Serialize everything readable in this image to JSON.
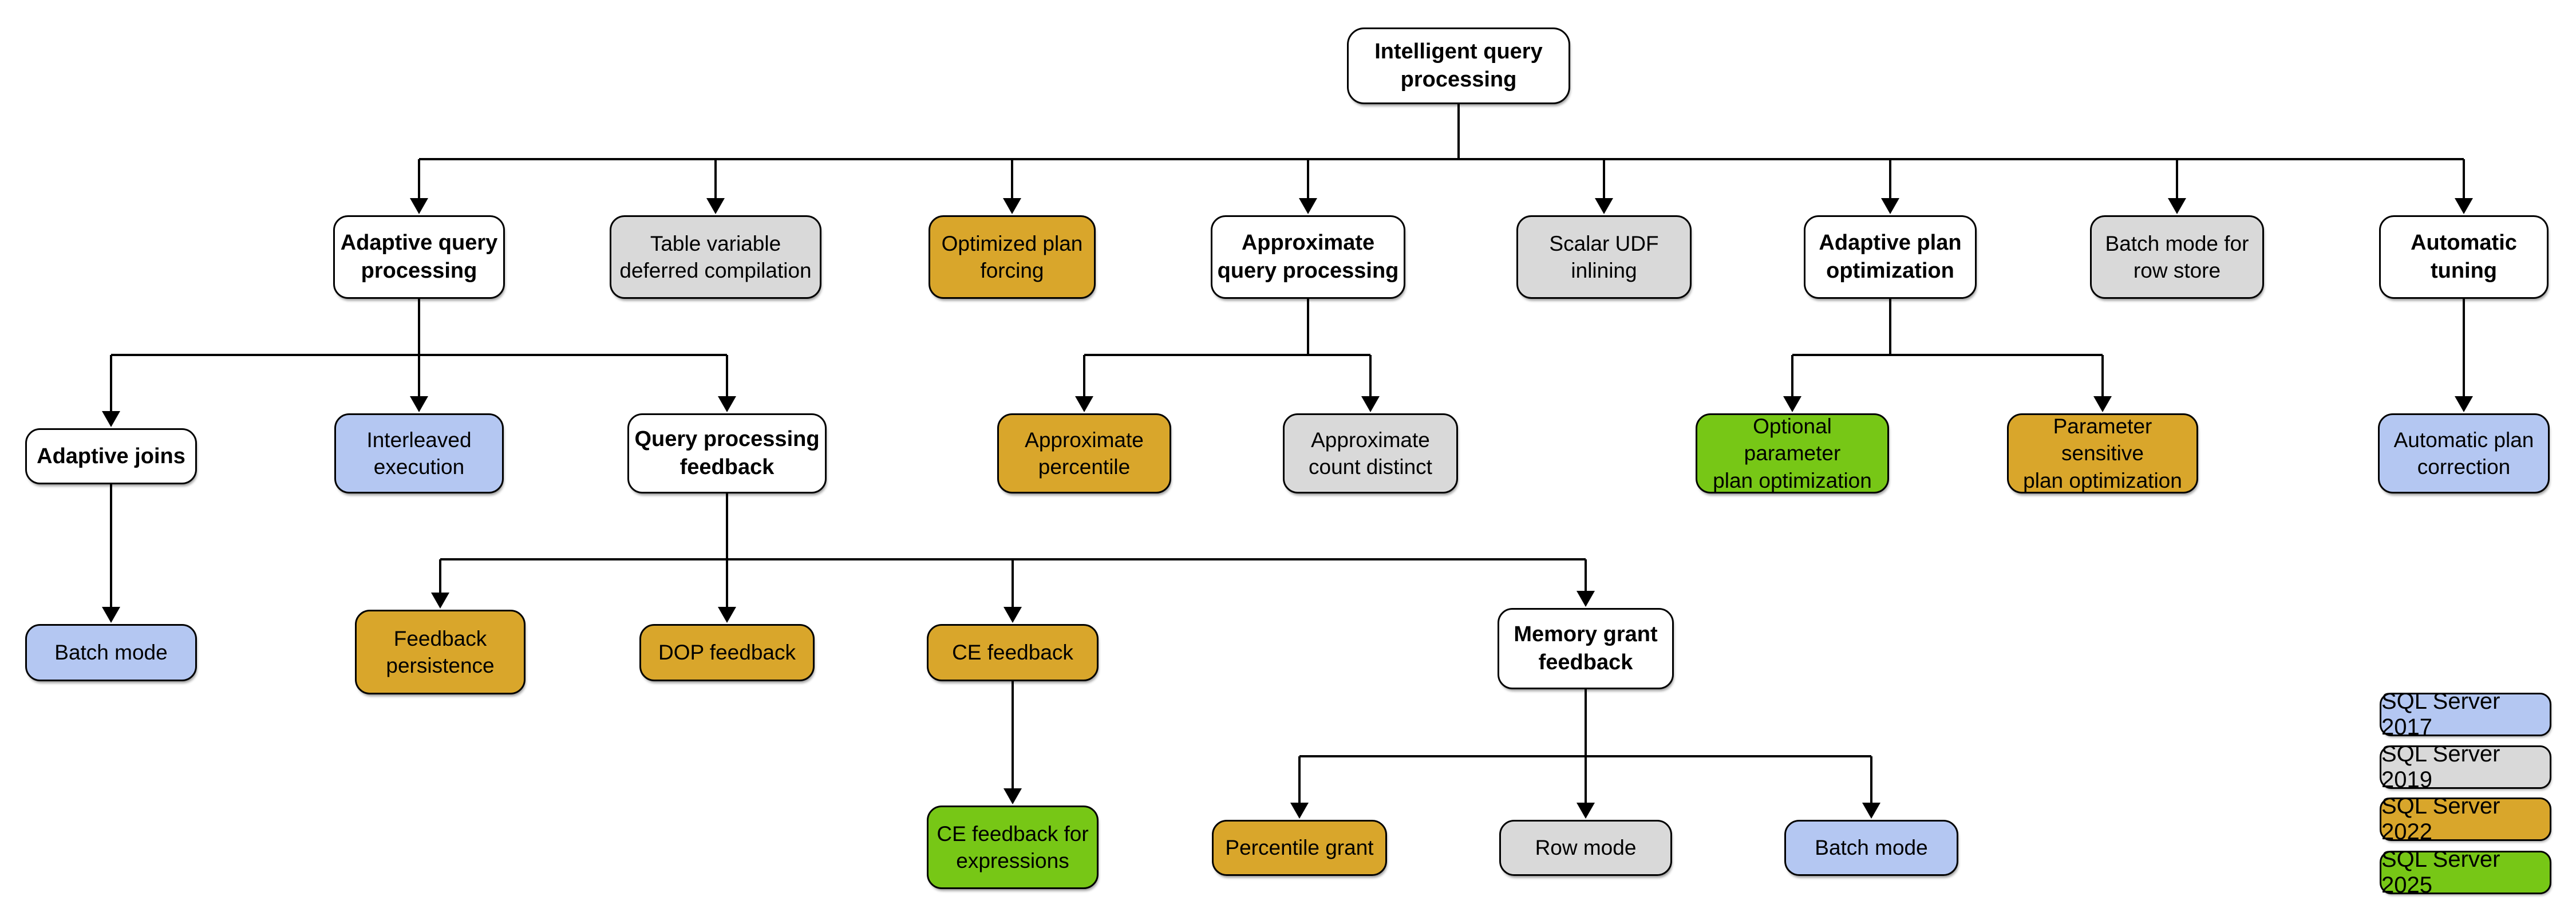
{
  "diagram_title": "Intelligent query processing",
  "colors": {
    "category_fill": "#FFFFFF",
    "sql2017": "#B4C7F2",
    "sql2019": "#D9D9D9",
    "sql2022": "#D9A62B",
    "sql2025": "#77C716",
    "line": "#000000"
  },
  "nodes": {
    "iqp": {
      "label": "Intelligent query\nprocessing",
      "version": "category"
    },
    "adaptive_query_processing": {
      "label": "Adaptive query\nprocessing",
      "version": "category"
    },
    "table_variable_deferred_compilation": {
      "label": "Table variable\ndeferred compilation",
      "version": "2019"
    },
    "optimized_plan_forcing": {
      "label": "Optimized plan\nforcing",
      "version": "2022"
    },
    "approximate_query_processing": {
      "label": "Approximate\nquery processing",
      "version": "category"
    },
    "scalar_udf_inlining": {
      "label": "Scalar UDF\ninlining",
      "version": "2019"
    },
    "adaptive_plan_optimization": {
      "label": "Adaptive plan\noptimization",
      "version": "category"
    },
    "batch_mode_for_row_store": {
      "label": "Batch mode for\nrow store",
      "version": "2019"
    },
    "automatic_tuning": {
      "label": "Automatic\ntuning",
      "version": "category"
    },
    "adaptive_joins": {
      "label": "Adaptive joins",
      "version": "category"
    },
    "interleaved_execution": {
      "label": "Interleaved\nexecution",
      "version": "2017"
    },
    "query_processing_feedback": {
      "label": "Query processing\nfeedback",
      "version": "category"
    },
    "approximate_percentile": {
      "label": "Approximate\npercentile",
      "version": "2022"
    },
    "approximate_count_distinct": {
      "label": "Approximate\ncount distinct",
      "version": "2019"
    },
    "optional_parameter_plan_optimization": {
      "label": "Optional parameter\nplan optimization",
      "version": "2025"
    },
    "parameter_sensitive_plan_optimization": {
      "label": "Parameter sensitive\nplan optimization",
      "version": "2022"
    },
    "automatic_plan_correction": {
      "label": "Automatic plan\ncorrection",
      "version": "2017"
    },
    "batch_mode_adaptive_joins": {
      "label": "Batch mode",
      "version": "2017"
    },
    "feedback_persistence": {
      "label": "Feedback\npersistence",
      "version": "2022"
    },
    "dop_feedback": {
      "label": "DOP feedback",
      "version": "2022"
    },
    "ce_feedback": {
      "label": "CE feedback",
      "version": "2022"
    },
    "memory_grant_feedback": {
      "label": "Memory grant\nfeedback",
      "version": "category"
    },
    "ce_feedback_for_expressions": {
      "label": "CE feedback for\nexpressions",
      "version": "2025"
    },
    "percentile_grant": {
      "label": "Percentile grant",
      "version": "2022"
    },
    "row_mode": {
      "label": "Row mode",
      "version": "2019"
    },
    "batch_mode_memory_grant": {
      "label": "Batch mode",
      "version": "2017"
    }
  },
  "legend": [
    {
      "label": "SQL Server 2017",
      "color": "#B4C7F2"
    },
    {
      "label": "SQL Server 2019",
      "color": "#D9D9D9"
    },
    {
      "label": "SQL Server 2022",
      "color": "#D9A62B"
    },
    {
      "label": "SQL Server 2025",
      "color": "#77C716"
    }
  ]
}
